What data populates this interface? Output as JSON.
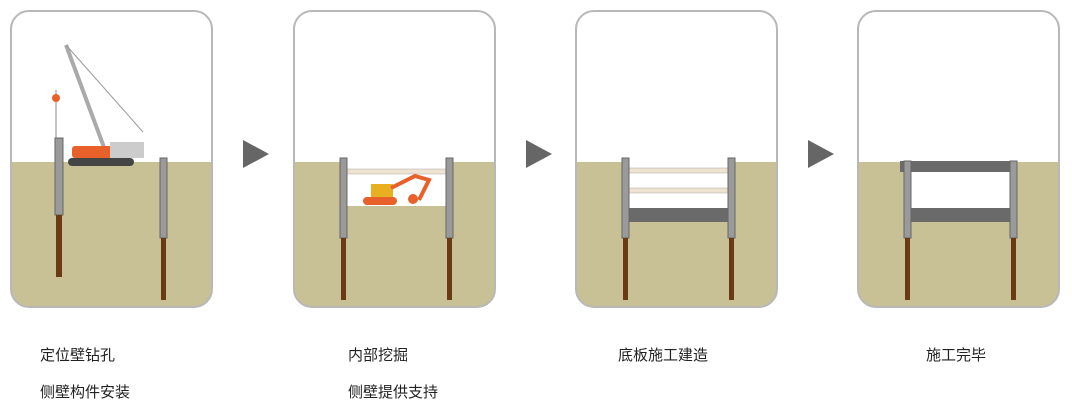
{
  "steps": [
    {
      "lines": [
        "定位壁钻孔",
        "侧壁构件安装"
      ]
    },
    {
      "lines": [
        "内部挖掘",
        "侧壁提供支持"
      ]
    },
    {
      "lines": [
        "底板施工建造"
      ]
    },
    {
      "lines": [
        "施工完毕"
      ]
    }
  ],
  "colors": {
    "soil": "#c8c195",
    "pile_upper": "#9a9a9a",
    "pile_lower": "#6b3a14",
    "excavator": "#e8602a",
    "slab": "#6a6a6a"
  }
}
